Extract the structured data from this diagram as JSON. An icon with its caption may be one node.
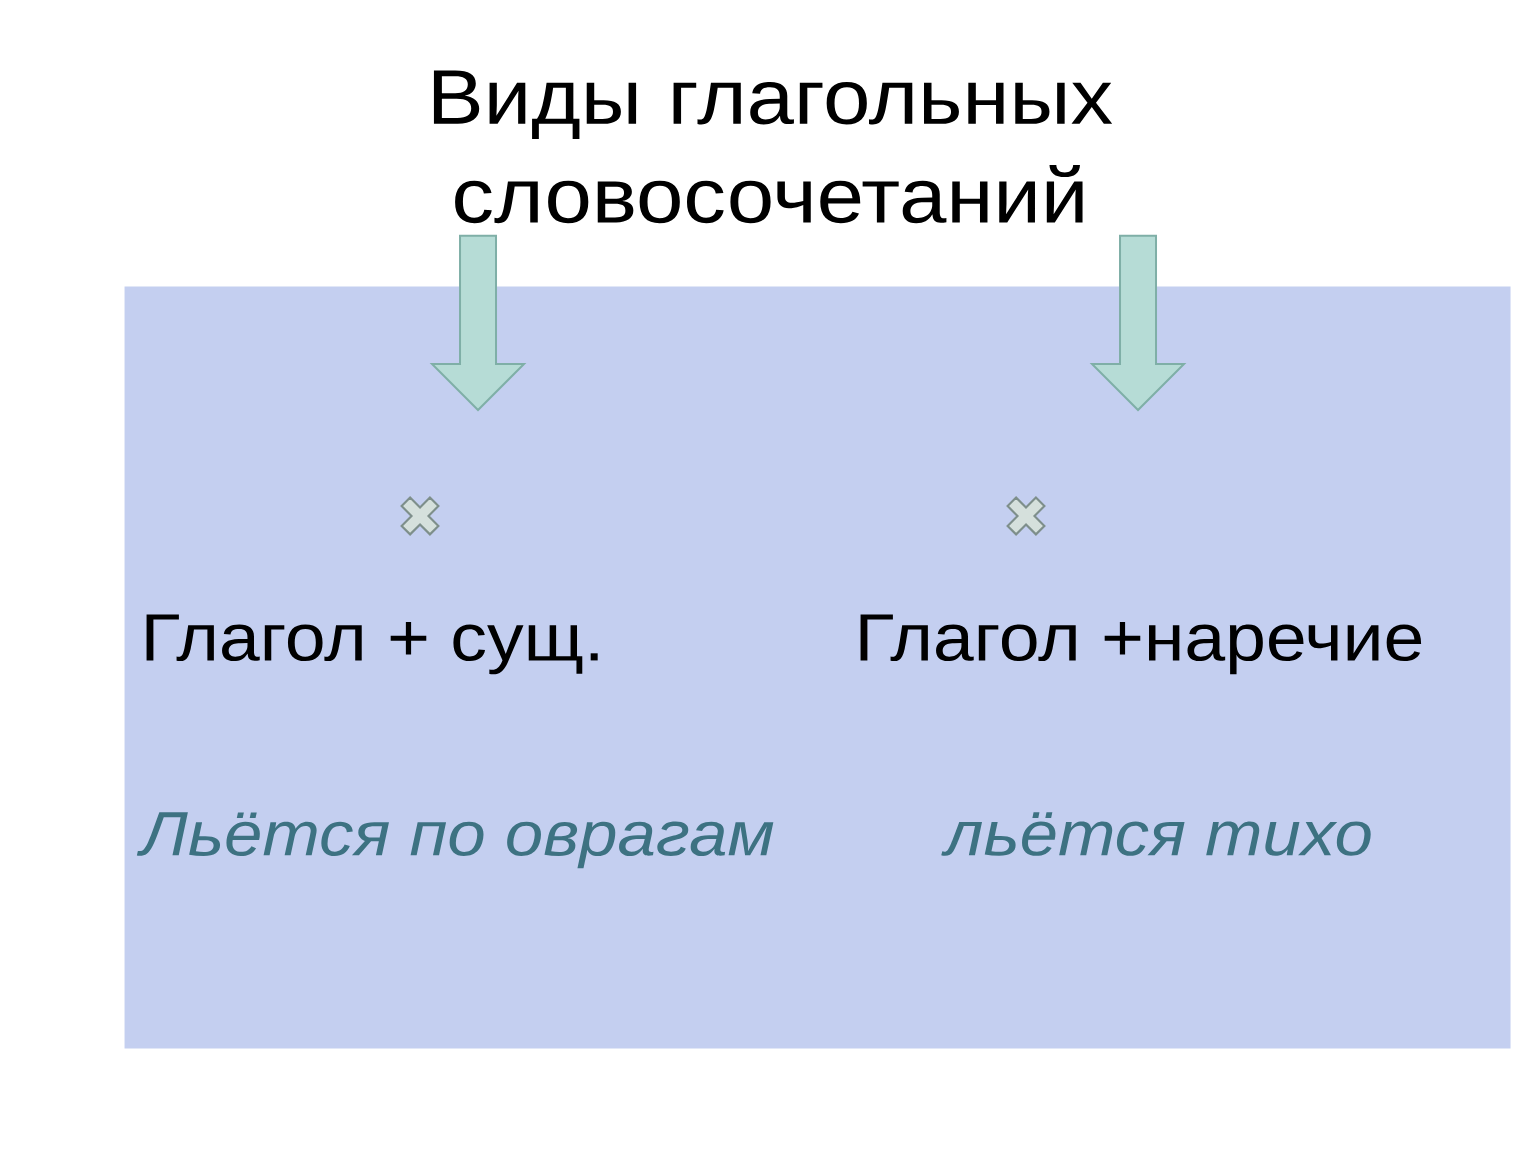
{
  "diagram": {
    "nodes": [
      {
        "text": [
          "Виды глагольных словосочетаний"
        ]
      },
      {
        "text": [],
        "shape": "box"
      },
      {
        "text": [
          "Глагол + сущ.",
          "Льётся по оврагам"
        ],
        "in": 1
      },
      {
        "text": [
          "Глагол  +наречие",
          "льётся тихо"
        ],
        "in": 1
      }
    ],
    "edges": [
      {
        "from": 0,
        "to": 2,
        "arrow": "to"
      },
      {
        "from": 0,
        "to": 3,
        "arrow": "to"
      }
    ]
  }
}
